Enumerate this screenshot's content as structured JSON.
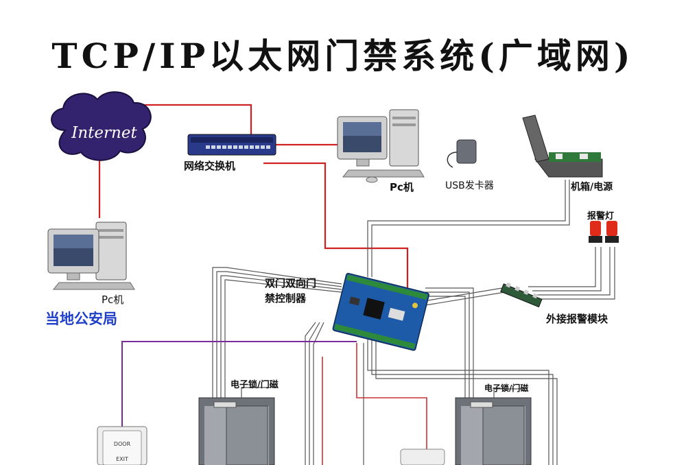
{
  "title": "TCP/IP以太网门禁系统(广域网)",
  "labels": {
    "internet": "Internet",
    "switch": "网络交换机",
    "pc_top": "Pc机",
    "usb_reader": "USB发卡器",
    "cabinet": "机箱/电源",
    "alarm_light": "报警灯",
    "pc_left": "Pc机",
    "police": "当地公安局",
    "controller": [
      "双门双向门",
      "禁控制器"
    ],
    "alarm_module": "外接报警模块",
    "lock_left": "电子锁/门磁",
    "lock_right": "电子锁/门磁",
    "exit_button": [
      "DOOR",
      "EXIT"
    ]
  },
  "colors": {
    "link_red": "#d02020",
    "cable_gray": "#555555",
    "cable_purple": "#7a2a9a",
    "cloud": "#33236e",
    "switch_body": "#2a3a8a",
    "board": "#1d5aa8",
    "police_text": "#1f3fc8"
  }
}
